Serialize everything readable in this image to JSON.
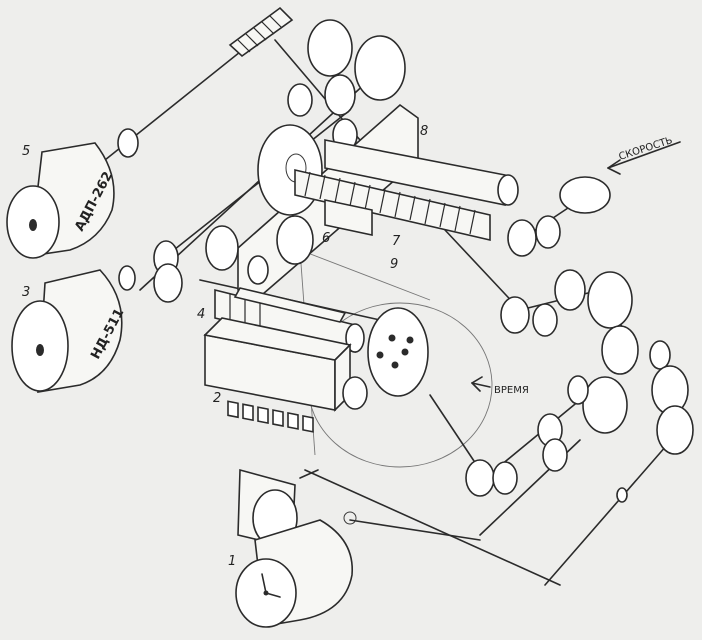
{
  "parts": {
    "clock": {
      "number": "1"
    },
    "counter": {
      "number": "2"
    },
    "motor_nd": {
      "number": "3",
      "label": "НД-511"
    },
    "roller": {
      "number": "4"
    },
    "motor_adp": {
      "number": "5",
      "label": "АДП-262"
    },
    "shaft": {
      "number": "6"
    },
    "worm": {
      "number": "7"
    },
    "plate": {
      "number": "8"
    },
    "cone": {
      "number": "9"
    }
  },
  "inputs": {
    "speed": {
      "label": "СКОРОСТЬ"
    },
    "time": {
      "label": "ВРЕМЯ"
    }
  }
}
